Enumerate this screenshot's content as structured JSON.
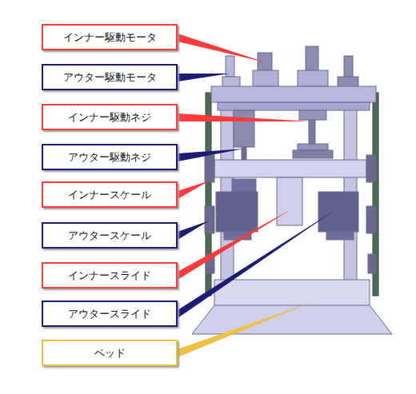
{
  "diagram": {
    "nodes": [
      {
        "text": [
          "インナー駆動モータ"
        ]
      },
      {
        "text": [
          "アウター駆動モータ"
        ]
      },
      {
        "text": [
          "インナー駆動ネジ"
        ]
      },
      {
        "text": [
          "アウター駆動ネジ"
        ]
      },
      {
        "text": [
          "インナースケール"
        ]
      },
      {
        "text": [
          "アウタースケール"
        ]
      },
      {
        "text": [
          "インナースライド"
        ]
      },
      {
        "text": [
          "アウタースライド"
        ]
      },
      {
        "text": [
          "ベッド"
        ]
      }
    ]
  }
}
